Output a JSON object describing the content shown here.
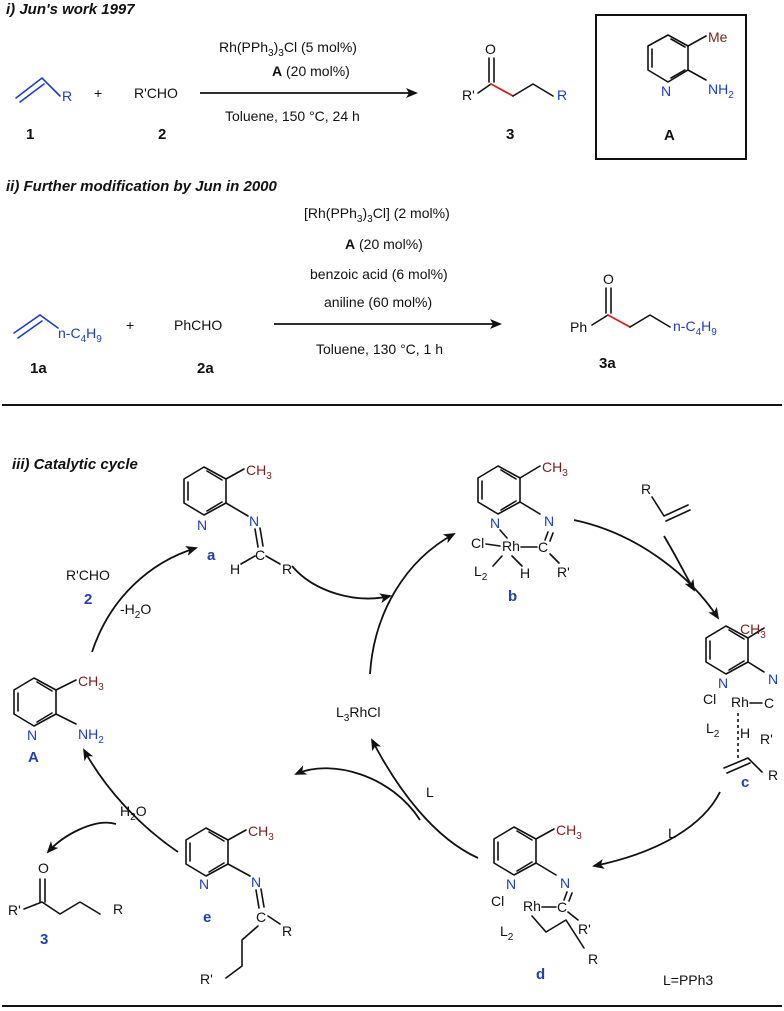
{
  "section1": {
    "title": "i) Jun's work 1997",
    "r_label": "R",
    "plus": "+",
    "aldehyde": "R'CHO",
    "reagent_line1": "Rh(PPh3)3Cl (5 mol%)",
    "reagent_line2_a": "A",
    "reagent_line2_b": " (20 mol%)",
    "conditions": "Toluene, 150 °C, 24 h",
    "product_r_prime": "R'",
    "product_r": "R",
    "o_label": "O",
    "num1": "1",
    "num2": "2",
    "num3": "3",
    "box_me": "Me",
    "box_n": "N",
    "box_nh2": "NH2",
    "box_label": "A"
  },
  "section2": {
    "title": "ii) Further modification by Jun in 2000",
    "alkene_sub": "n-C4H9",
    "plus": "+",
    "aldehyde": "PhCHO",
    "reagent_line1": "[Rh(PPh3)3Cl] (2 mol%)",
    "reagent_line2_a": "A",
    "reagent_line2_b": " (20 mol%)",
    "reagent_line3": "benzoic acid (6 mol%)",
    "reagent_line4": "aniline (60 mol%)",
    "conditions": "Toluene, 130 °C, 1 h",
    "product_ph": "Ph",
    "product_sub": "n-C4H9",
    "o_label": "O",
    "num1": "1a",
    "num2": "2a",
    "num3": "3a"
  },
  "section3": {
    "title": "iii) Catalytic cycle",
    "ch3": "CH3",
    "n": "N",
    "nh2": "NH2",
    "h": "H",
    "c": "C",
    "r": "R",
    "r_prime": "R'",
    "cl": "Cl",
    "rh": "Rh",
    "l2": "L2",
    "o": "O",
    "label_a": "a",
    "label_b": "b",
    "label_c": "c",
    "label_d": "d",
    "label_e": "e",
    "label_A": "A",
    "label_3": "3",
    "step_rcho": "R'CHO",
    "step_rcho_num": "2",
    "step_water_loss": "-H2O",
    "step_water": "H2O",
    "catalyst": "L3RhCl",
    "ligand": "L",
    "legend": "L=PPh3"
  },
  "colors": {
    "blue": "#1a3cc8",
    "red": "#d81e1e",
    "methyl": "#7a1e1e",
    "label_blue": "#1f3fb5"
  }
}
